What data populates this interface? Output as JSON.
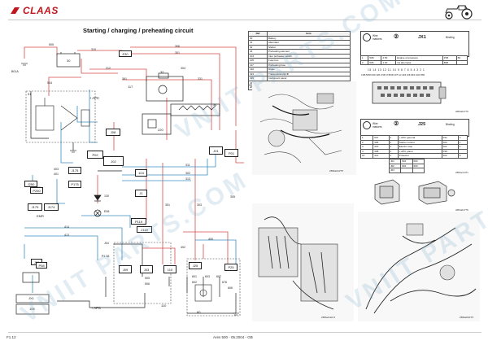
{
  "header": {
    "brand": "CLAAS"
  },
  "diagram": {
    "title": "Starting / charging / preheating circuit",
    "components": {
      "c30": "30",
      "c31": "31",
      "c32": "32",
      "c34": "34",
      "e30": "E30",
      "c117": "117",
      "j08": "J08",
      "c220": "220",
      "j01": "J01",
      "p01": "P01",
      "p02": "P02",
      "j02": "J02",
      "j175": "J175",
      "p175": "P175",
      "j250": "J250",
      "p250": "P250",
      "j179": "J179",
      "j174": "J174",
      "emr": "EMR",
      "c104": "104",
      "j1": "J1",
      "c130": "130",
      "e08": "E08",
      "p119": "P119",
      "j119": "J119",
      "j04": "J04",
      "p138": "P1 38",
      "j08b": "J08",
      "p08": "P08",
      "j09": "J09",
      "j03": "J03",
      "c110": "110",
      "j25": "J25",
      "p25": "P25",
      "jx1": "JX1",
      "c105": "105",
      "c60": "60",
      "apc1": "+ APC",
      "apc2": "+ APC",
      "b01a": "B01A"
    },
    "wire_labels": [
      "505",
      "310",
      "306",
      "301",
      "304",
      "312",
      "361",
      "331",
      "504",
      "311",
      "302",
      "313",
      "305",
      "303",
      "351",
      "401",
      "403",
      "414",
      "413",
      "400",
      "402",
      "601",
      "603",
      "607",
      "676",
      "606",
      "602",
      "505",
      "506"
    ]
  },
  "legend_table": {
    "headers": [
      "Ref",
      "Item"
    ],
    "rows": [
      [
        "30",
        "Battery"
      ],
      [
        "31",
        "Alternator"
      ],
      [
        "32",
        "Starter"
      ],
      [
        "34",
        "Preheating element"
      ],
      [
        "104",
        "Inter preheater switch"
      ],
      [
        "105",
        "Fuse box"
      ],
      [
        "117",
        "Preheating fuse"
      ],
      [
        "130",
        "Diode"
      ],
      [
        "194",
        "Transmission ECB"
      ],
      [
        "199",
        "Instrument panel"
      ],
      [
        "220",
        "Pre-heat relay"
      ],
      [
        "EMR",
        "Engine ECU"
      ]
    ]
  },
  "jx1_connector": {
    "name": "JX1",
    "wire_markers_label": "Wire markers",
    "binding_label": "Binding",
    "pin_numbers": "15 14 13 12 11 10 9 8 7 6 5 4 3 2 1",
    "rows": [
      [
        "1",
        "508",
        "2.50",
        "Engine oil pressure",
        "P35",
        "B1"
      ],
      [
        "2",
        "505",
        "1.00",
        "Ca alternator",
        "B06",
        ""
      ]
    ],
    "pin_row": "13/B  5065  8/18   31B  172B  173B  80   9/75   12  32/3  108  1B/2  32/6  P/B1"
  },
  "j25_connector": {
    "name": "J25",
    "wire_markers_label": "Wire markers",
    "binding_label": "Binding",
    "rows": [
      [
        "1",
        "507",
        "1",
        "+ APC general",
        "P11",
        "3"
      ],
      [
        "2",
        "306",
        "1",
        "Starter control",
        "J03",
        "1"
      ],
      [
        "3",
        "315",
        "1",
        "Electric stop",
        "J02",
        "4"
      ],
      [
        "4",
        "308",
        "1",
        "+ APC panel",
        "P26",
        ""
      ],
      [
        "15",
        "313",
        "1",
        "Protector",
        "J03",
        "8"
      ]
    ],
    "small_grid": [
      [
        "J01",
        "604",
        "603"
      ],
      [
        "J02",
        "604",
        "603"
      ],
      [
        "J03",
        "",
        ""
      ]
    ]
  },
  "captions": {
    "photo1": "ZBRa044/T5",
    "photo2": "ZBPacci4TL",
    "photo3": "ZBRa41HC3",
    "photo4": "ZBRa060rT5",
    "small1": "HB0a04775",
    "small2": "HB0a04775"
  },
  "footer": {
    "left": "F1.12",
    "mid": "Ares 500 - 05.2004 - GB"
  },
  "watermark": "VNIIT PARTS.COM",
  "colors": {
    "brand": "#c0171e",
    "wire_red": "#d94b4b",
    "wire_blue": "#3d8fc0",
    "wire_black": "#222222",
    "watermark": "#78aac8"
  }
}
